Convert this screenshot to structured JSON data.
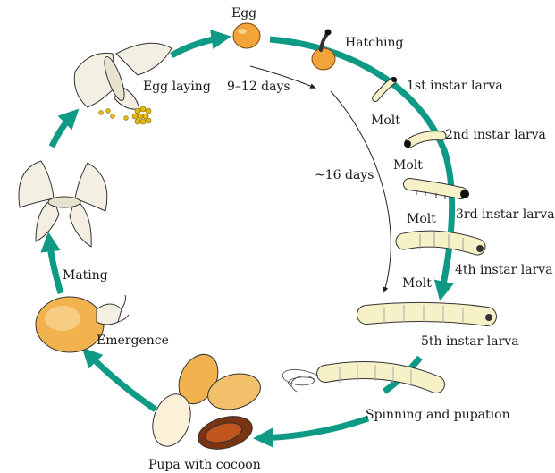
{
  "colors": {
    "cycle_arrow": "#0f9a85",
    "egg": "#f2a33a",
    "larva": "#f7f1c7",
    "cocoon_light": "#fbf1d8",
    "cocoon_orange": "#f2b34f",
    "pupa": "#c0561e",
    "moth": "#f3f0e3",
    "outline": "#333333"
  },
  "stages": {
    "egg": "Egg",
    "hatching": "Hatching",
    "instar1": "1st instar larva",
    "instar2": "2nd instar larva",
    "instar3": "3rd instar larva",
    "instar4": "4th instar larva",
    "instar5": "5th instar larva",
    "spinning": "Spinning and pupation",
    "pupa": "Pupa with cocoon",
    "emergence": "Emergence",
    "mating": "Mating",
    "egg_laying": "Egg laying"
  },
  "molts": [
    "Molt",
    "Molt",
    "Molt",
    "Molt"
  ],
  "durations": {
    "egg_period": "9–12 days",
    "larval_period": "~16 days"
  }
}
